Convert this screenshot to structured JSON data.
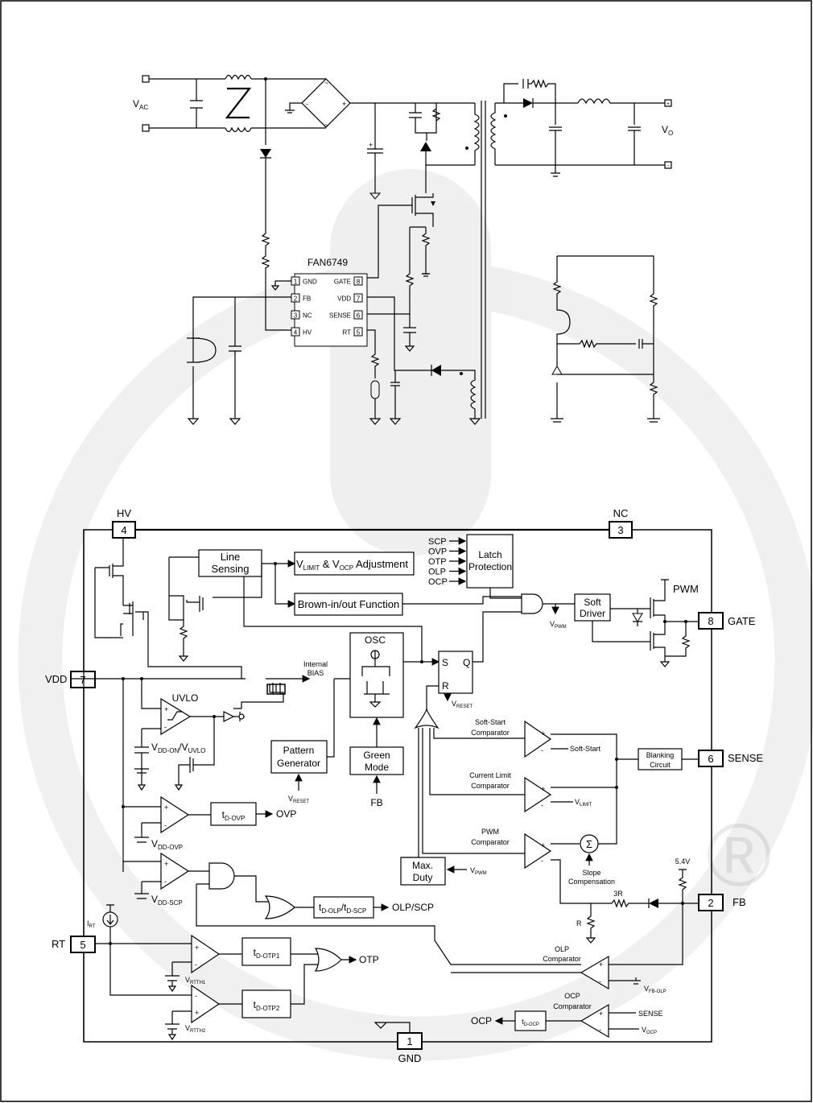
{
  "application": {
    "ic_label": "FAN6749",
    "vac_label": "V",
    "vac_sub": "AC",
    "vo_label": "V",
    "vo_sub": "O",
    "plus_sign": "+",
    "minus_sign": "-",
    "pins": [
      {
        "num": "1",
        "name": "GND"
      },
      {
        "num": "2",
        "name": "FB"
      },
      {
        "num": "3",
        "name": "NC"
      },
      {
        "num": "4",
        "name": "HV"
      },
      {
        "num": "8",
        "name": "GATE"
      },
      {
        "num": "7",
        "name": "VDD"
      },
      {
        "num": "6",
        "name": "SENSE"
      },
      {
        "num": "5",
        "name": "RT"
      }
    ]
  },
  "block": {
    "pins": {
      "hv": {
        "num": "4",
        "name": "HV"
      },
      "nc": {
        "num": "3",
        "name": "NC"
      },
      "vdd": {
        "num": "7",
        "name": "VDD"
      },
      "gate": {
        "num": "8",
        "name": "GATE"
      },
      "sense": {
        "num": "6",
        "name": "SENSE"
      },
      "fb": {
        "num": "2",
        "name": "FB"
      },
      "rt": {
        "num": "5",
        "name": "RT"
      },
      "gnd": {
        "num": "1",
        "name": "GND"
      }
    },
    "line_sensing": [
      "Line",
      "Sensing"
    ],
    "vlimit_adj": {
      "v1": "V",
      "s1": "LIMIT",
      "mid": " & V",
      "s2": "OCP",
      "rest": " Adjustment"
    },
    "brownin": "Brown-in/out Function",
    "latch_inputs": [
      "SCP",
      "OVP",
      "OTP",
      "OLP",
      "OCP"
    ],
    "latch": [
      "Latch",
      "Protection"
    ],
    "soft_driver": [
      "Soft",
      "Driver"
    ],
    "pwm_out": "PWM",
    "vpwm": {
      "v": "V",
      "s": "PWM"
    },
    "internal_bias": [
      "Internal",
      "BIAS"
    ],
    "osc": "OSC",
    "sr": {
      "s": "S",
      "q": "Q",
      "r": "R"
    },
    "vreset": {
      "v": "V",
      "s": "RESET"
    },
    "uvlo": "UVLO",
    "vdd_on_uvlo": {
      "v": "V",
      "s1": "DD-ON",
      "mid": "/V",
      "s2": "UVLO"
    },
    "pattern_gen": [
      "Pattern",
      "Generator"
    ],
    "green_mode": [
      "Green",
      "Mode"
    ],
    "fb_label": "FB",
    "soft_start_comp": [
      "Soft-Start",
      "Comparator"
    ],
    "soft_start": "Soft-Start",
    "blanking": [
      "Blanking",
      "Circuit"
    ],
    "current_limit_comp": [
      "Current Limit",
      "Comparator"
    ],
    "vlimit": {
      "v": "V",
      "s": "LIMIT"
    },
    "pwm_comp": [
      "PWM",
      "Comparator"
    ],
    "sigma": "Σ",
    "slope_comp": [
      "Slope",
      "Compensation"
    ],
    "max_duty": [
      "Max.",
      "Duty"
    ],
    "td_ovp": {
      "t": "t",
      "s": "D-OVP"
    },
    "ovp_out": "OVP",
    "vdd_ovp": {
      "v": "V",
      "s": "DD-OVP"
    },
    "vdd_scp": {
      "v": "V",
      "s": "DD-SCP"
    },
    "td_olp_scp": {
      "t": "t",
      "s1": "D-OLP",
      "mid": "/t",
      "s2": "D-SCP"
    },
    "olp_scp_out": "OLP/SCP",
    "v54": "5.4V",
    "r3": "3R",
    "r": "R",
    "olp_comp": [
      "OLP",
      "Comparator"
    ],
    "vfb_olp": {
      "v": "V",
      "s": "FB-OLP"
    },
    "irt": {
      "v": "I",
      "s": "RT"
    },
    "td_otp1": {
      "t": "t",
      "s": "D-OTP1"
    },
    "td_otp2": {
      "t": "t",
      "s": "D-OTP2"
    },
    "otp_out": "OTP",
    "vrtth1": {
      "v": "V",
      "s": "RTTH1"
    },
    "vrtth2": {
      "v": "V",
      "s": "RTTH2"
    },
    "ocp_comp": [
      "OCP",
      "Comparator"
    ],
    "td_ocp": {
      "t": "t",
      "s": "D-OCP"
    },
    "ocp_out": "OCP",
    "sense_in": "SENSE",
    "vocp": {
      "v": "V",
      "s": "OCP"
    },
    "registered": "®"
  }
}
